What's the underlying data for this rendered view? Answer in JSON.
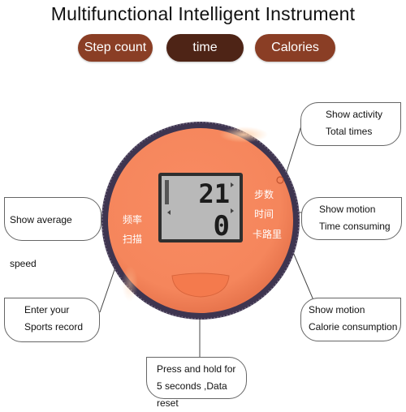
{
  "title": "Multifunctional Intelligent Instrument",
  "tabs": [
    {
      "label": "Step count"
    },
    {
      "label": "time"
    },
    {
      "label": "Calories"
    }
  ],
  "display": {
    "top_value": "21",
    "bottom_value": "0"
  },
  "buttons": {
    "steps": "步数",
    "time": "时间",
    "calories": "卡路里",
    "frequency": "频率",
    "scan": "扫描"
  },
  "callouts": {
    "activity": [
      "Show activity",
      "Total times"
    ],
    "motion_time": [
      "Show motion",
      "Time consuming"
    ],
    "average_speed": [
      "Show average speed"
    ],
    "record": [
      "Enter your",
      "Sports record"
    ],
    "calorie": [
      "Show motion",
      "Calorie consumption"
    ],
    "reset": [
      "Press and hold for",
      "5 seconds ,Data reset"
    ]
  },
  "colors": {
    "face": "#f5865c",
    "rim": "#3e3550",
    "tab_dark": "#4e2416",
    "tab": "#8a3e25",
    "lcd": "#b9b9b9"
  }
}
